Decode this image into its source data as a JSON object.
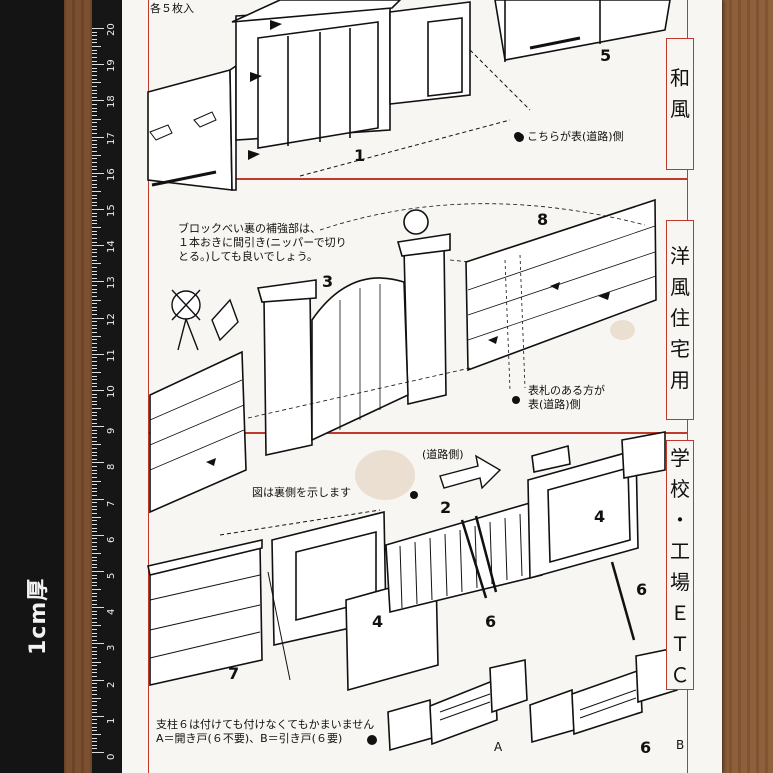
{
  "ruler": {
    "label": "1cm厚",
    "numbers": [
      "20",
      "19",
      "18",
      "17",
      "16",
      "15",
      "14",
      "13",
      "12",
      "11",
      "10",
      "9",
      "8",
      "7",
      "6",
      "5",
      "4",
      "3",
      "2",
      "1",
      "0"
    ]
  },
  "top_note": "各５枚入",
  "sections": {
    "japanese_style": {
      "side_label": [
        "和",
        "風"
      ],
      "numbers": [
        "1",
        "5"
      ],
      "note": "こちらが表(道路)側"
    },
    "western_house": {
      "side_label": [
        "洋",
        "風",
        "住",
        "宅",
        "用"
      ],
      "numbers": [
        "3",
        "8"
      ],
      "block_note_lines": [
        "ブロックべい裏の補強部は、",
        "１本おきに間引き(ニッパーで切り",
        "とる。)しても良いでしょう。"
      ],
      "note_lines": [
        "表札のある方が",
        "表(道路)側"
      ]
    },
    "school_factory": {
      "side_label": [
        "学",
        "校",
        "・",
        "工",
        "場",
        "Ｅ",
        "Ｔ",
        "Ｃ"
      ],
      "numbers": [
        "2",
        "4",
        "4",
        "6",
        "6",
        "7",
        "6"
      ],
      "road_side": "(道路側)",
      "back_view_note": "図は裏側を示します",
      "post_note_lines": [
        "支柱６は付けても付けなくてもかまいません",
        "A＝開き戸(６不要)、B＝引き戸(６要)"
      ],
      "labels": [
        "A",
        "B"
      ]
    }
  },
  "colors": {
    "accent": "#c0392b",
    "paper": "#f7f6f2",
    "ink": "#111111"
  }
}
